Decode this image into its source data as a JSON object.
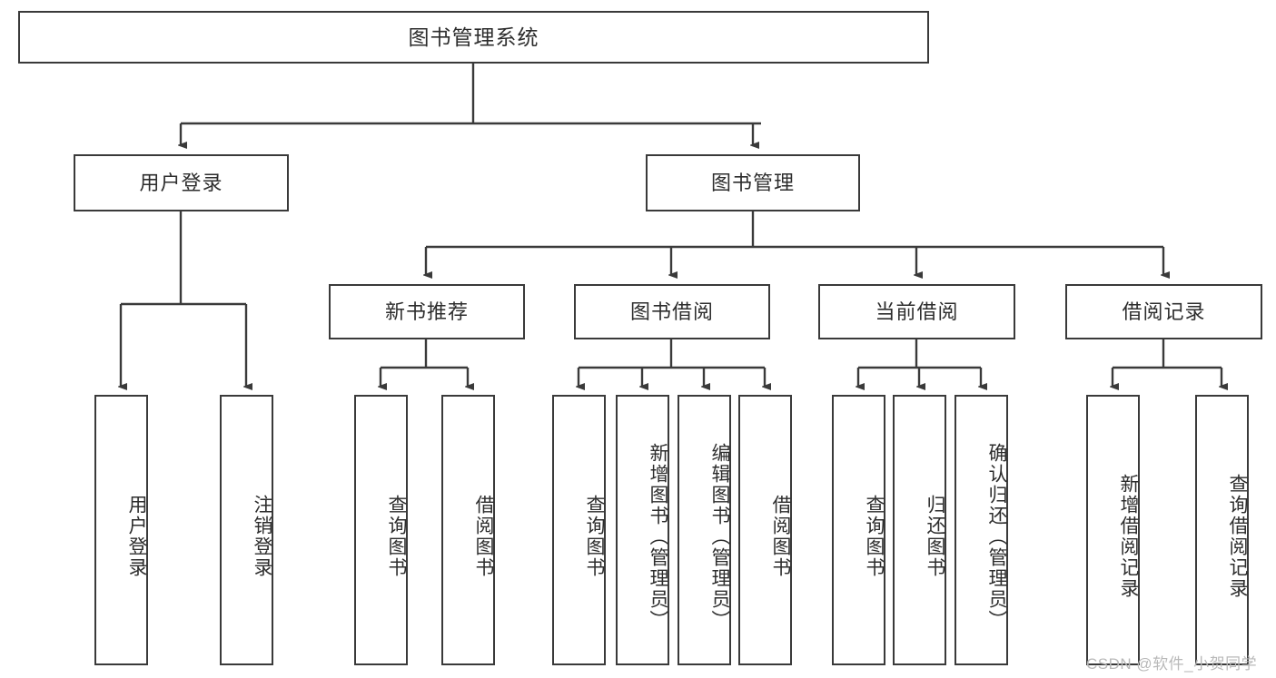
{
  "diagram": {
    "title": "图书管理系统",
    "type": "hierarchy-tree",
    "root": {
      "label": "图书管理系统"
    },
    "level2": [
      {
        "label": "用户登录"
      },
      {
        "label": "图书管理"
      }
    ],
    "level3": [
      {
        "label": "新书推荐"
      },
      {
        "label": "图书借阅"
      },
      {
        "label": "当前借阅"
      },
      {
        "label": "借阅记录"
      }
    ],
    "leaves_user_login": [
      {
        "label": "用户登录"
      },
      {
        "label": "注销登录"
      }
    ],
    "leaves_new_book": [
      {
        "label": "查询图书"
      },
      {
        "label": "借阅图书"
      }
    ],
    "leaves_borrow": [
      {
        "label": "查询图书"
      },
      {
        "label": "新增图书（管理员）"
      },
      {
        "label": "编辑图书（管理员）"
      },
      {
        "label": "借阅图书"
      }
    ],
    "leaves_current": [
      {
        "label": "查询图书"
      },
      {
        "label": "归还图书"
      },
      {
        "label": "确认归还（管理员）"
      }
    ],
    "leaves_records": [
      {
        "label": "新增借阅记录"
      },
      {
        "label": "查询借阅记录"
      }
    ]
  },
  "watermark": {
    "text": "CSDN @软件_小贺同学"
  },
  "colors": {
    "stroke": "#3a3a3a",
    "text": "#2d2d2d",
    "background": "#ffffff",
    "watermark": "#b9b9b9"
  }
}
